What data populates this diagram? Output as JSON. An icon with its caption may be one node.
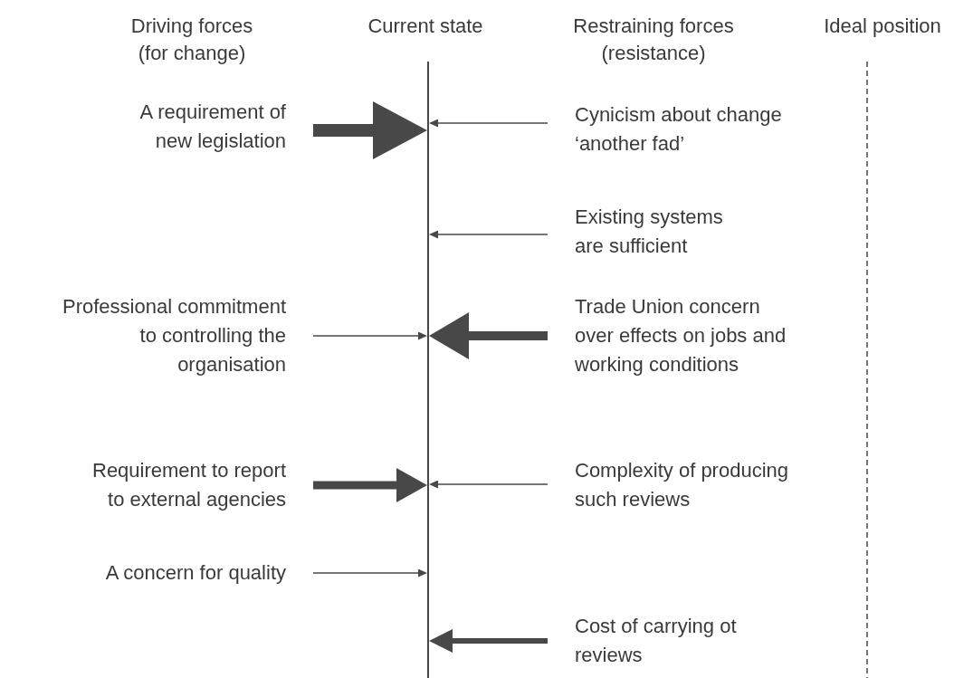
{
  "diagram": {
    "nodes": [
      {
        "text": [],
        "shape": "bar"
      },
      {
        "text": [
          "A requirement of new legislation"
        ]
      },
      {
        "text": [
          "Cynicism about change ‘another fad’"
        ]
      },
      {
        "text": [
          "Existing systems are sufficient"
        ]
      },
      {
        "text": [
          "Professional commitment to controlling the organisation"
        ]
      },
      {
        "text": [
          "Trade Union concern over effects on jobs and working conditions"
        ]
      },
      {
        "text": [
          "Requirement to report to external agencies"
        ]
      },
      {
        "text": [
          "Complexity of producing such reviews"
        ]
      },
      {
        "text": [
          "A concern for quality"
        ]
      },
      {
        "text": [
          "Cost of carrying ot reviews"
        ]
      }
    ],
    "edges": [
      {
        "from": 1,
        "to": 0,
        "arrow": "to",
        "style": "thick"
      },
      {
        "from": 2,
        "to": 0,
        "arrow": "to"
      },
      {
        "from": 3,
        "to": 0,
        "arrow": "to"
      },
      {
        "from": 4,
        "to": 0,
        "arrow": "to"
      },
      {
        "from": 5,
        "to": 0,
        "arrow": "to",
        "style": "thick"
      },
      {
        "from": 6,
        "to": 0,
        "arrow": "to",
        "style": "thick"
      },
      {
        "from": 7,
        "to": 0,
        "arrow": "to"
      },
      {
        "from": 8,
        "to": 0,
        "arrow": "to"
      },
      {
        "from": 9,
        "to": 0,
        "arrow": "to",
        "style": "thick"
      }
    ],
    "labels": [
      "Driving forces (for change)",
      "Current state",
      "Restraining forces (resistance)",
      "Ideal position"
    ]
  }
}
